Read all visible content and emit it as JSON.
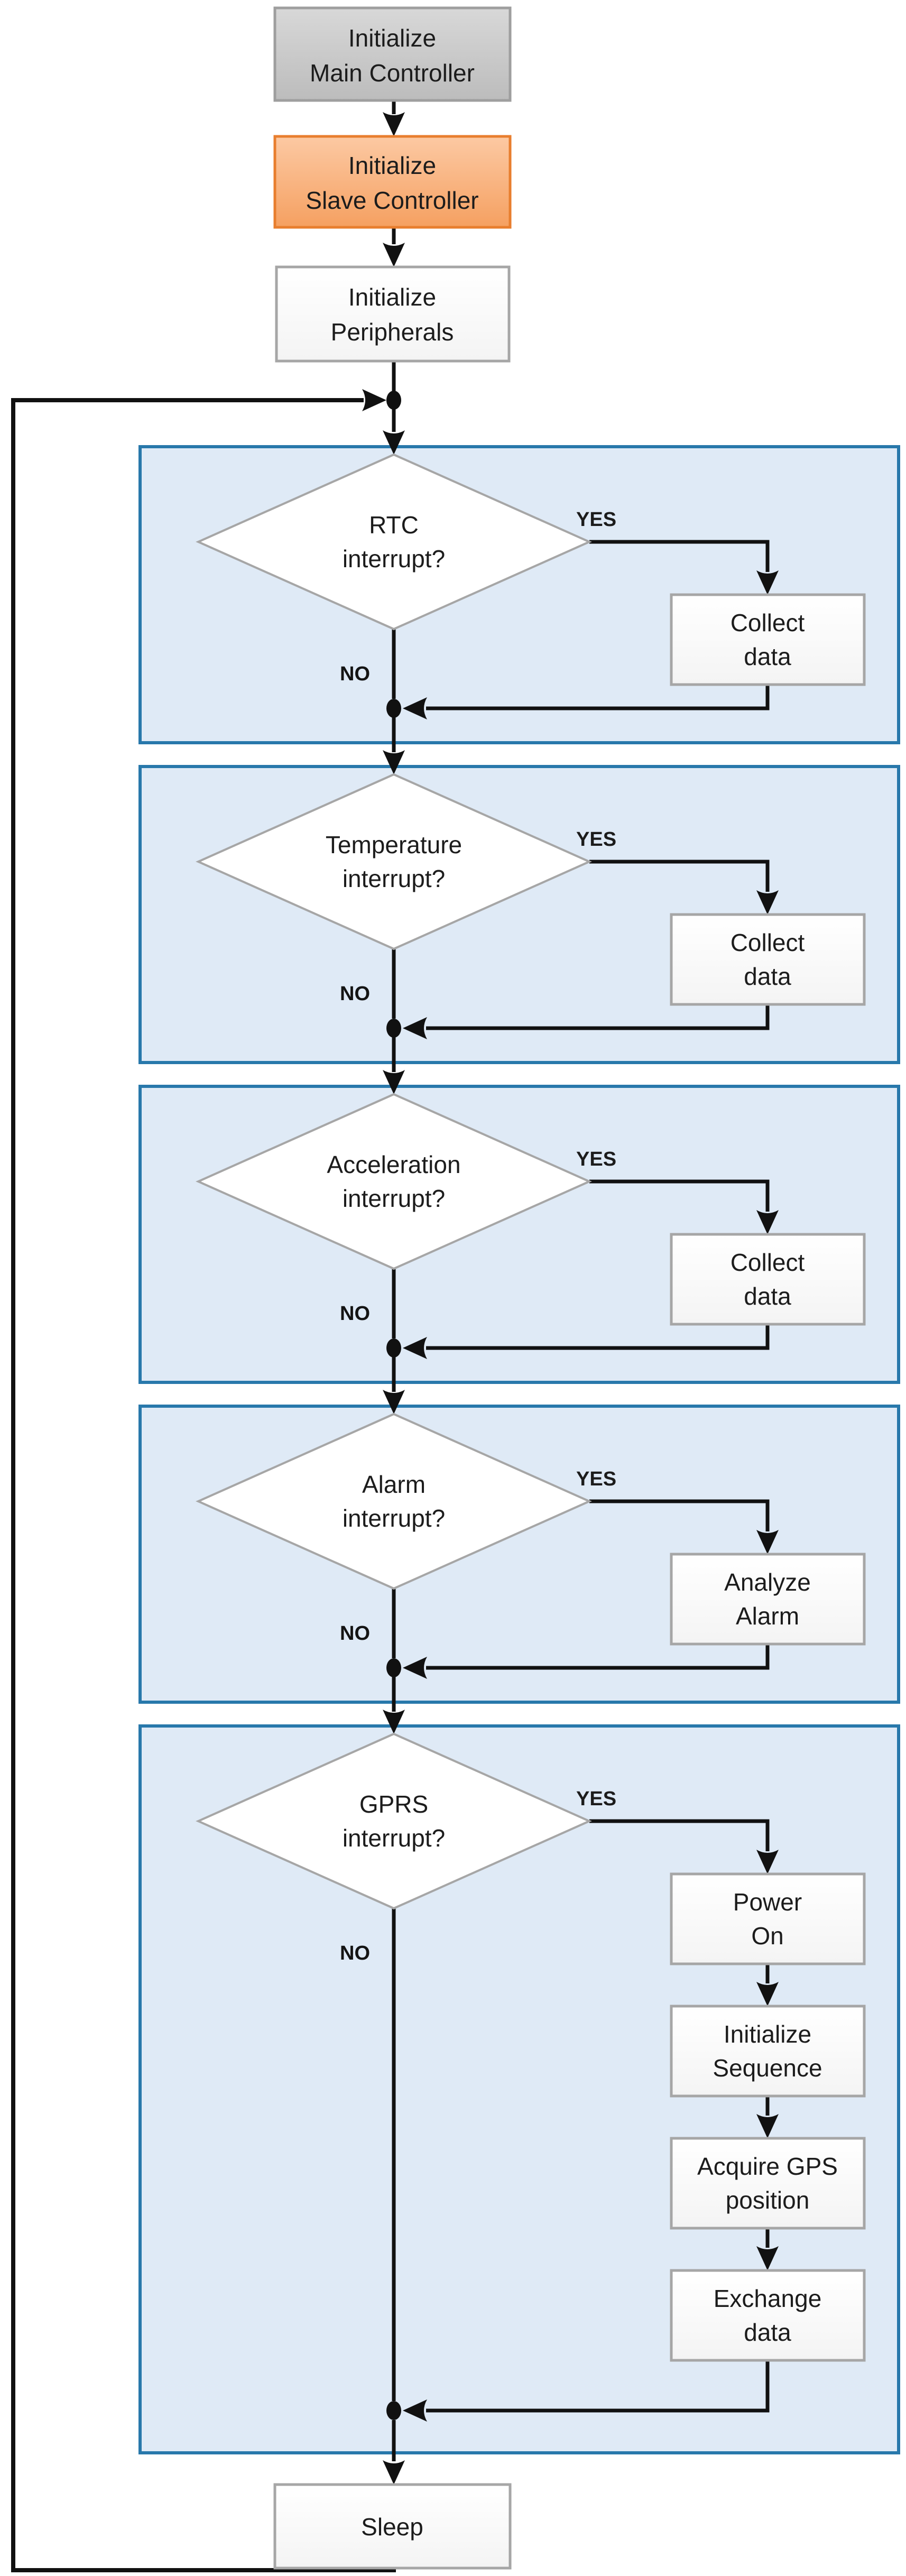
{
  "flowchart": {
    "nodes": {
      "init_main": {
        "line1": "Initialize",
        "line2": "Main Controller"
      },
      "init_slave": {
        "line1": "Initialize",
        "line2": "Slave Controller"
      },
      "init_peripherals": {
        "line1": "Initialize",
        "line2": "Peripherals"
      },
      "sleep": {
        "label": "Sleep"
      }
    },
    "panels": [
      {
        "name": "rtc",
        "q1": "RTC",
        "q2": "interrupt?",
        "yes": "YES",
        "no": "NO",
        "a1": "Collect",
        "a2": "data"
      },
      {
        "name": "temperature",
        "q1": "Temperature",
        "q2": "interrupt?",
        "yes": "YES",
        "no": "NO",
        "a1": "Collect",
        "a2": "data"
      },
      {
        "name": "acceleration",
        "q1": "Acceleration",
        "q2": "interrupt?",
        "yes": "YES",
        "no": "NO",
        "a1": "Collect",
        "a2": "data"
      },
      {
        "name": "alarm",
        "q1": "Alarm",
        "q2": "interrupt?",
        "yes": "YES",
        "no": "NO",
        "a1": "Analyze",
        "a2": "Alarm"
      },
      {
        "name": "gprs",
        "q1": "GPRS",
        "q2": "interrupt?",
        "yes": "YES",
        "no": "NO",
        "steps": [
          {
            "l1": "Power",
            "l2": "On"
          },
          {
            "l1": "Initialize",
            "l2": "Sequence"
          },
          {
            "l1": "Acquire GPS",
            "l2": "position"
          },
          {
            "l1": "Exchange",
            "l2": "data"
          }
        ]
      }
    ],
    "colors": {
      "panel_fill": "#dfeaf6",
      "panel_border": "#2878ab",
      "yes_green": "#3a9630",
      "start_fill": "#cccccc",
      "start_border": "#9e9e9e",
      "slave_fill": "#f9b587",
      "slave_border": "#e87e2e",
      "box_border": "#a6a6a6",
      "line": "#111111"
    }
  }
}
